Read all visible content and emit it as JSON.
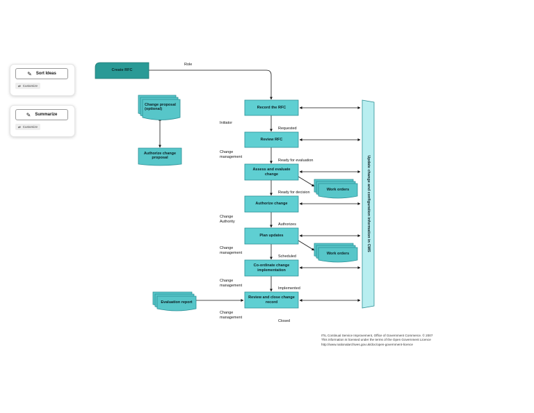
{
  "sidebar": {
    "sort_ideas": {
      "label": "Sort Ideas",
      "customize": "Customize"
    },
    "summarize": {
      "label": "Summarize",
      "customize": "Customize"
    }
  },
  "flow": {
    "create_rfc": "Create RFC",
    "role_label": "Role",
    "change_proposal": "Change proposal (optional)",
    "authorize_change_proposal": "Authorize change proposal",
    "record_rfc": "Record the RFC",
    "review_rfc": "Review RFC",
    "assess_change": "Assess and evaluate change",
    "authorize_change": "Authorize change",
    "plan_updates": "Plan updates",
    "coordinate_implementation": "Co-ordinate change implementation",
    "review_close": "Review and close change record",
    "work_orders_1": "Work orders",
    "work_orders_2": "Work orders",
    "evaluation_report": "Evaluation report",
    "cms_bar": "Update change and configuration information in CMS"
  },
  "roles": {
    "initiator": "Initiator",
    "change_mgmt_1": "Change management",
    "change_authority": "Change Authority",
    "change_mgmt_2": "Change management",
    "change_mgmt_3": "Change management",
    "change_mgmt_4": "Change management"
  },
  "statuses": {
    "requested": "Requested",
    "ready_eval": "Ready for evaluation",
    "ready_decision": "Ready for decision",
    "authorizes": "Authorizes",
    "scheduled": "Scheduled",
    "implemented": "Implemented",
    "closed": "Closed"
  },
  "footer": {
    "line1": "ITIL Continual Service Improvement, Office of Government Commerce. © 2007",
    "line2": "This information is licensed under the terms of the Open Government Licence",
    "line3": "http://www.nationalarchives.gov.uk/doc/open-government-licence"
  },
  "colors": {
    "process_fill": "#5fcfd2",
    "process_stroke": "#2a8f95",
    "start_fill": "#2a9a96",
    "doc_fill": "#57c6c9",
    "bar_fill": "#b8eef0"
  }
}
